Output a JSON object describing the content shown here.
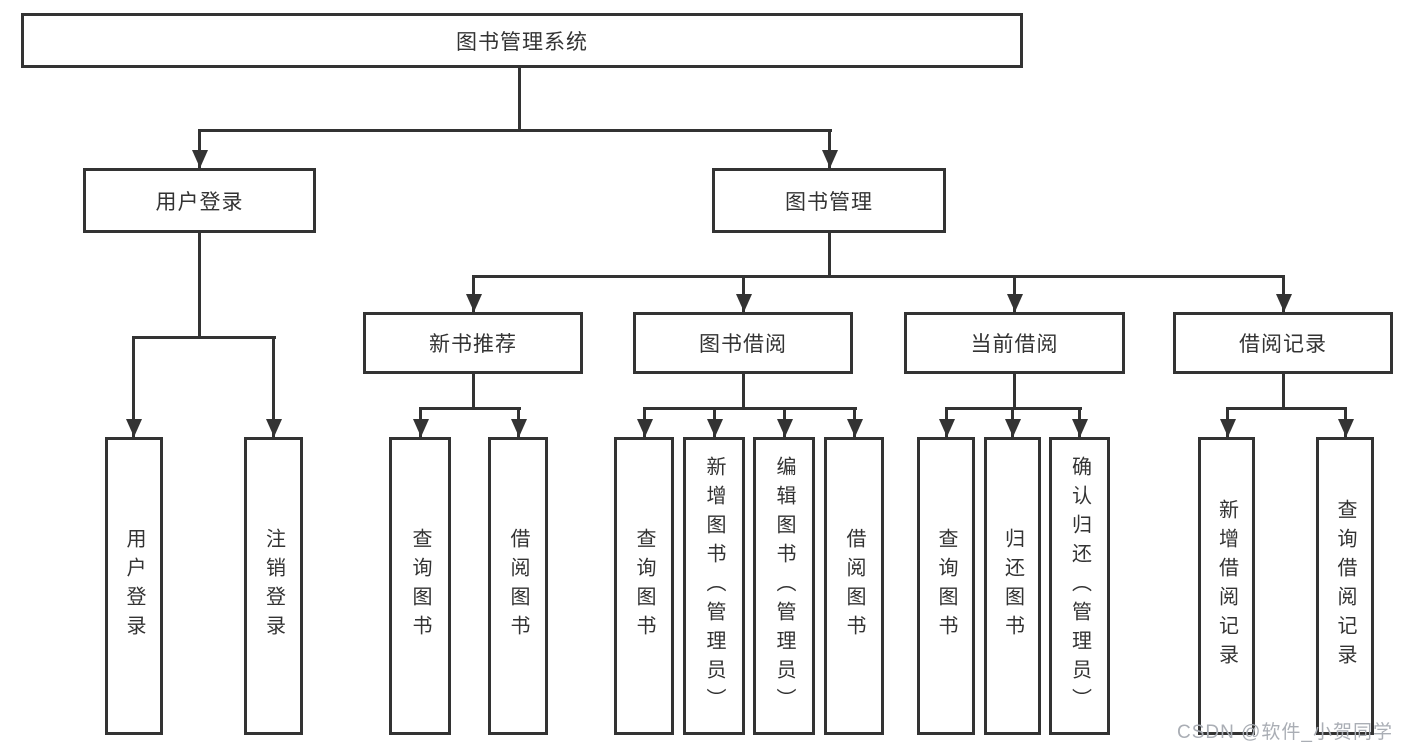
{
  "tree": {
    "root": {
      "label": "图书管理系统"
    },
    "children": [
      {
        "label": "用户登录",
        "children": [
          {
            "label": "用户登录"
          },
          {
            "label": "注销登录"
          }
        ]
      },
      {
        "label": "图书管理",
        "children": [
          {
            "label": "新书推荐",
            "children": [
              {
                "label": "查询图书"
              },
              {
                "label": "借阅图书"
              }
            ]
          },
          {
            "label": "图书借阅",
            "children": [
              {
                "label": "查询图书"
              },
              {
                "label": "新增图书（管理员）"
              },
              {
                "label": "编辑图书（管理员）"
              },
              {
                "label": "借阅图书"
              }
            ]
          },
          {
            "label": "当前借阅",
            "children": [
              {
                "label": "查询图书"
              },
              {
                "label": "归还图书"
              },
              {
                "label": "确认归还（管理员）"
              }
            ]
          },
          {
            "label": "借阅记录",
            "children": [
              {
                "label": "新增借阅记录"
              },
              {
                "label": "查询借阅记录"
              }
            ]
          }
        ]
      }
    ]
  },
  "watermark": "CSDN @软件_小贺同学",
  "colors": {
    "line": "#333333",
    "text": "#333333",
    "watermark": "#aaaeb5",
    "background": "#ffffff"
  }
}
